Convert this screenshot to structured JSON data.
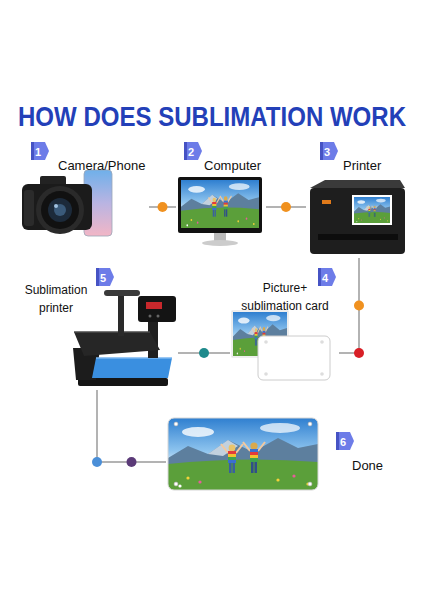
{
  "diagram": {
    "title": "HOW DOES SUBLIMATION WORK",
    "nodes": [
      {
        "text": [
          "1",
          "Camera/Phone"
        ]
      },
      {
        "text": [
          "2",
          "Computer"
        ]
      },
      {
        "text": [
          "3",
          "Printer"
        ]
      },
      {
        "text": [
          "4",
          "Picture+ sublimation card"
        ]
      },
      {
        "text": [
          "5",
          "Sublimation printer"
        ]
      },
      {
        "text": [
          "6",
          "Done"
        ]
      }
    ],
    "edges": [
      {
        "from": 0,
        "to": 1,
        "arrow": "none"
      },
      {
        "from": 1,
        "to": 2,
        "arrow": "none"
      },
      {
        "from": 2,
        "to": 3,
        "arrow": "none"
      },
      {
        "from": 3,
        "to": 4,
        "arrow": "none"
      },
      {
        "from": 4,
        "to": 5,
        "arrow": "none"
      }
    ]
  }
}
